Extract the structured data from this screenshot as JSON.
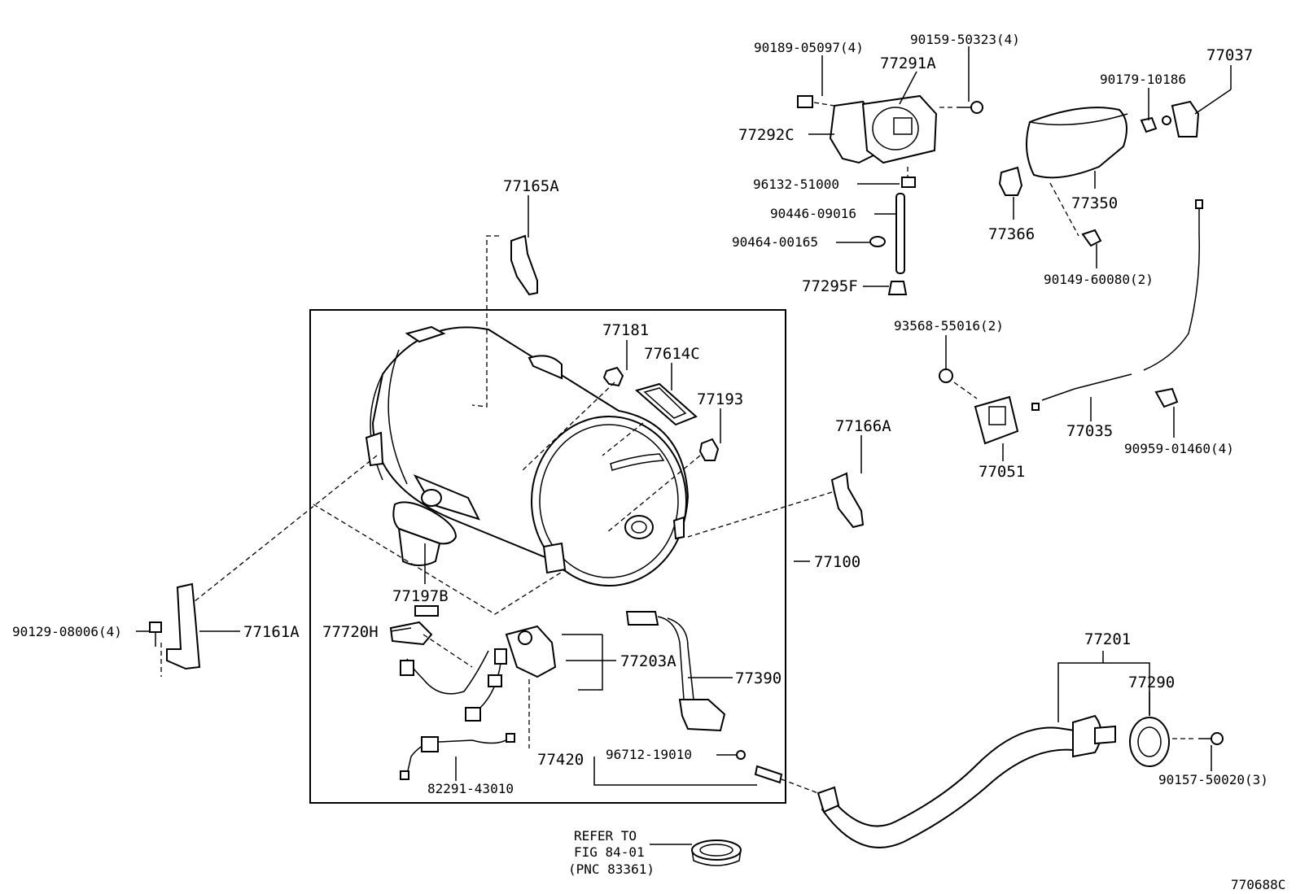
{
  "figure_id": "770688C",
  "labels": {
    "l_90189_05097": "90189-05097(4)",
    "l_90159_50323": "90159-50323(4)",
    "l_77291A": "77291A",
    "l_77292C": "77292C",
    "l_96132_51000": "96132-51000",
    "l_90446_09016": "90446-09016",
    "l_90464_00165": "90464-00165",
    "l_77295F": "77295F",
    "l_90179_10186": "90179-10186",
    "l_77037": "77037",
    "l_77350": "77350",
    "l_77366": "77366",
    "l_90149_60080": "90149-60080(2)",
    "l_93568_55016": "93568-55016(2)",
    "l_77051": "77051",
    "l_77035": "77035",
    "l_90959_01460": "90959-01460(4)",
    "l_77165A": "77165A",
    "l_77166A": "77166A",
    "l_77181": "77181",
    "l_77614C": "77614C",
    "l_77193": "77193",
    "l_77100": "77100",
    "l_77197B": "77197B",
    "l_77720H": "77720H",
    "l_77203A": "77203A",
    "l_77390": "77390",
    "l_77420": "77420",
    "l_96712_19010": "96712-19010",
    "l_82291_43010": "82291-43010",
    "l_90129_08006": "90129-08006(4)",
    "l_77161A": "77161A",
    "l_77201": "77201",
    "l_77290": "77290",
    "l_90157_50020": "90157-50020(3)"
  },
  "refer": {
    "line1": "REFER TO",
    "line2": "FIG 84-01",
    "line3": "(PNC 83361)"
  }
}
